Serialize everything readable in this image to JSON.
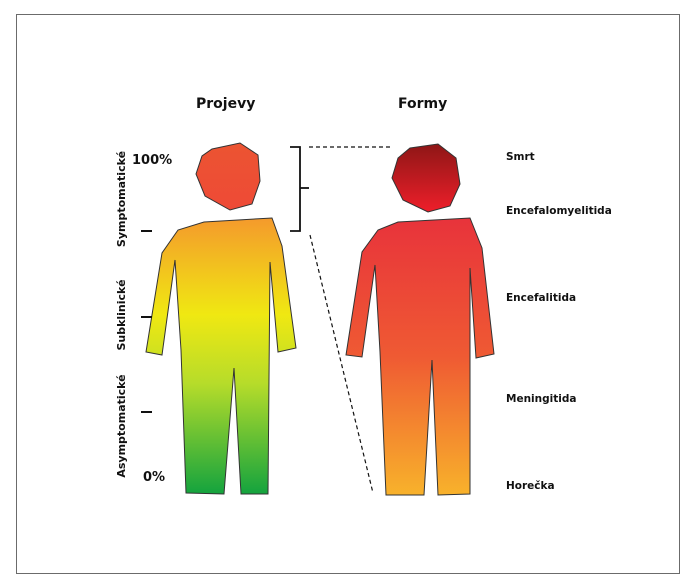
{
  "titles": {
    "left": "Projevy",
    "right": "Formy"
  },
  "percent_labels": {
    "top": "100%",
    "bottom": "0%"
  },
  "manifestation_levels": [
    "Symptomatické",
    "Subklinické",
    "Asymptomatické"
  ],
  "forms": [
    "Smrt",
    "Encefalomyelitida",
    "Encefalitida",
    "Meningitida",
    "Horečka"
  ],
  "colors": {
    "left_body_top": "#f4a02a",
    "left_body_mid": "#f0e813",
    "left_body_bottom": "#1aa640",
    "left_head": "#ee5533",
    "right_head_top": "#9e1a1a",
    "right_head_bottom": "#e8202a",
    "right_body_top": "#e8303a",
    "right_body_bottom": "#f8b02a"
  }
}
